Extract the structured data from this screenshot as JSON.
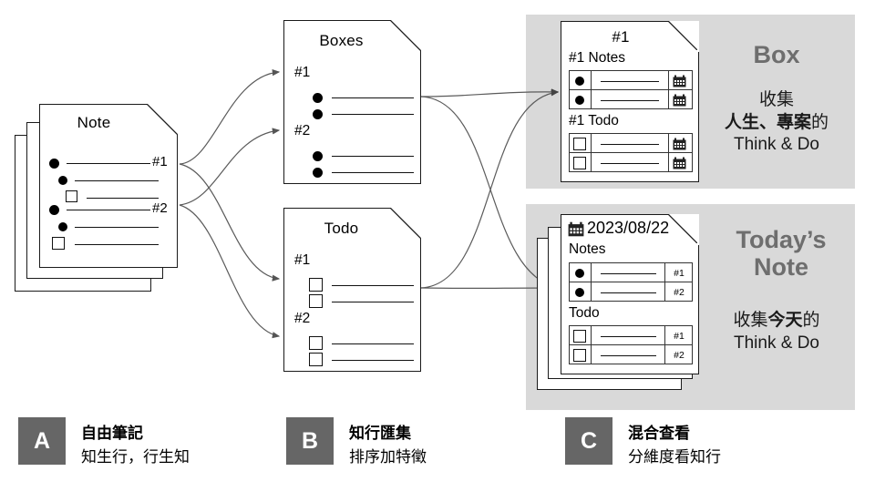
{
  "diagram": {
    "title_note": "Note",
    "title_boxes": "Boxes",
    "title_todo": "Todo",
    "title_box_card": "#1",
    "date_label": "2023/08/22",
    "tags": {
      "one": "#1",
      "two": "#2"
    },
    "box_card": {
      "notes_header": "#1 Notes",
      "todo_header": "#1 Todo",
      "calendar_icon": "calendar-icon"
    },
    "today_card": {
      "notes_header": "Notes",
      "todo_header": "Todo",
      "note_tags": [
        "#1",
        "#2"
      ],
      "todo_tags": [
        "#1",
        "#2"
      ],
      "calendar_icon": "calendar-icon"
    }
  },
  "captions": {
    "box": {
      "title": "Box",
      "line1": "收集",
      "line2_bold": "人生、專案",
      "line2_tail": "的",
      "line3": "Think & Do"
    },
    "today": {
      "title_line1": "Today’s",
      "title_line2": "Note",
      "line1_head": "收集",
      "line1_bold": "今天",
      "line1_tail": "的",
      "line2": "Think & Do"
    }
  },
  "legend": [
    {
      "badge": "A",
      "title": "自由筆記",
      "subtitle": "知生行，行生知"
    },
    {
      "badge": "B",
      "title": "知行匯集",
      "subtitle": "排序加特徵"
    },
    {
      "badge": "C",
      "title": "混合查看",
      "subtitle": "分維度看知行"
    }
  ],
  "colors": {
    "panel_gray": "#d9d9d9",
    "badge_gray": "#666666",
    "caption_title_gray": "#6e6e6e",
    "stroke": "#1a1a1a"
  }
}
